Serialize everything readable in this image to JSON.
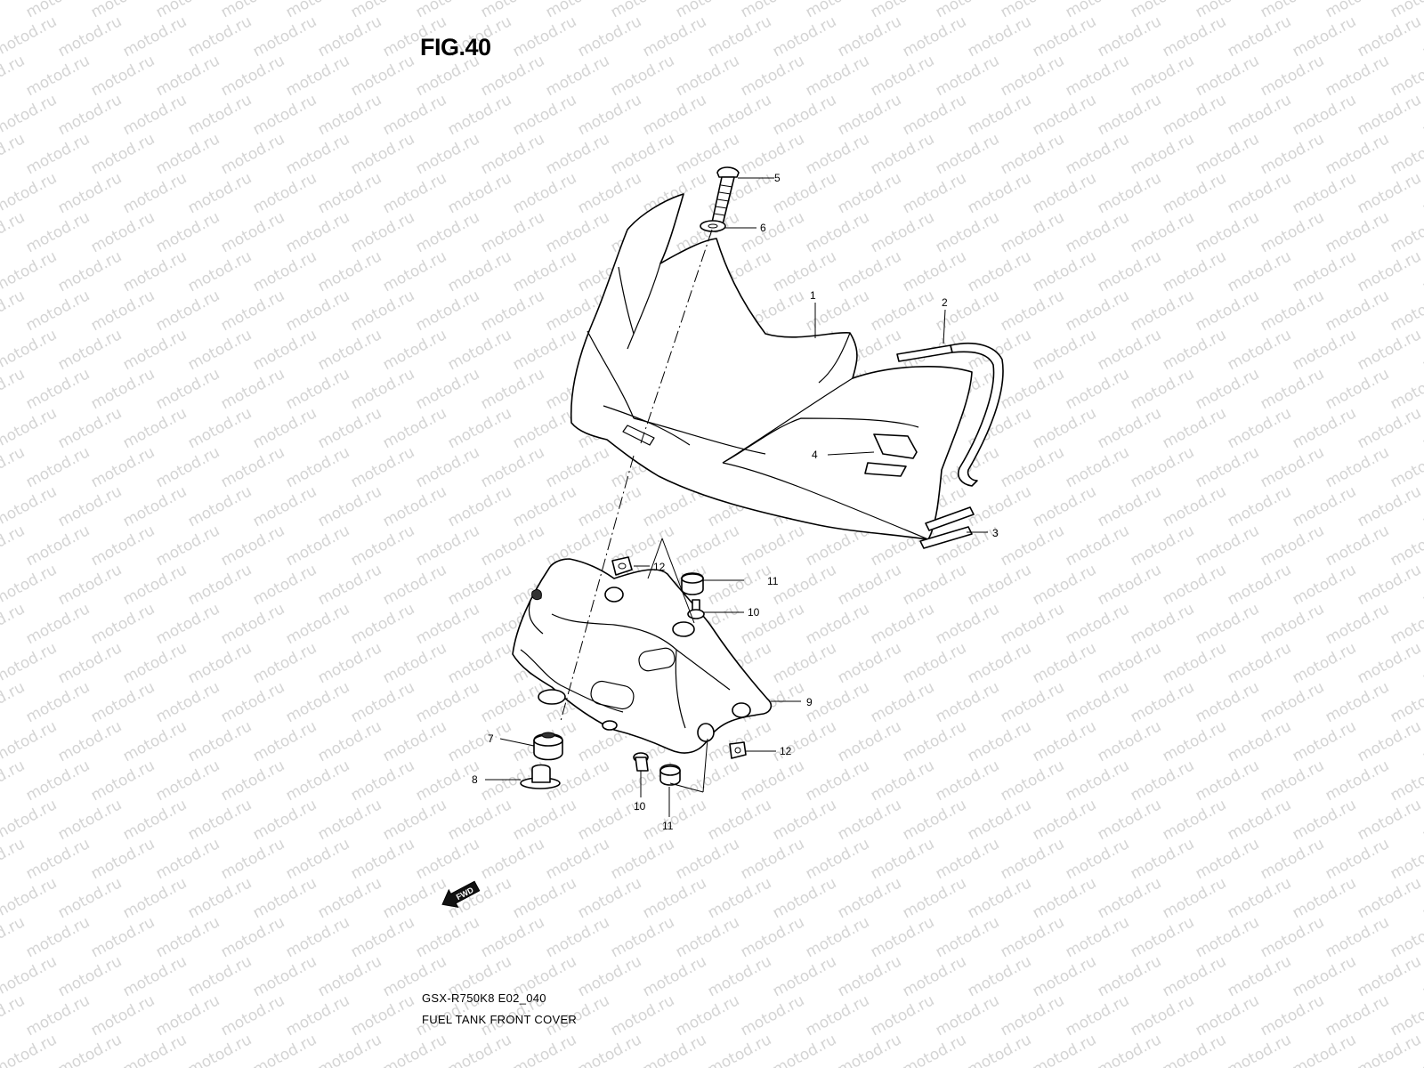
{
  "figure": {
    "title": "FIG.40"
  },
  "footer": {
    "model_code": "GSX-R750K8 E02_040",
    "caption": "FUEL TANK FRONT COVER"
  },
  "watermark": {
    "text": "motod.ru",
    "color": "#d4d4d4"
  },
  "direction_badge": {
    "label": "FWD",
    "icon": "fwd-arrow-icon"
  },
  "callouts": [
    "5",
    "6",
    "1",
    "2",
    "4",
    "3",
    "12",
    "11",
    "10",
    "9",
    "7",
    "12",
    "8",
    "10",
    "11"
  ]
}
